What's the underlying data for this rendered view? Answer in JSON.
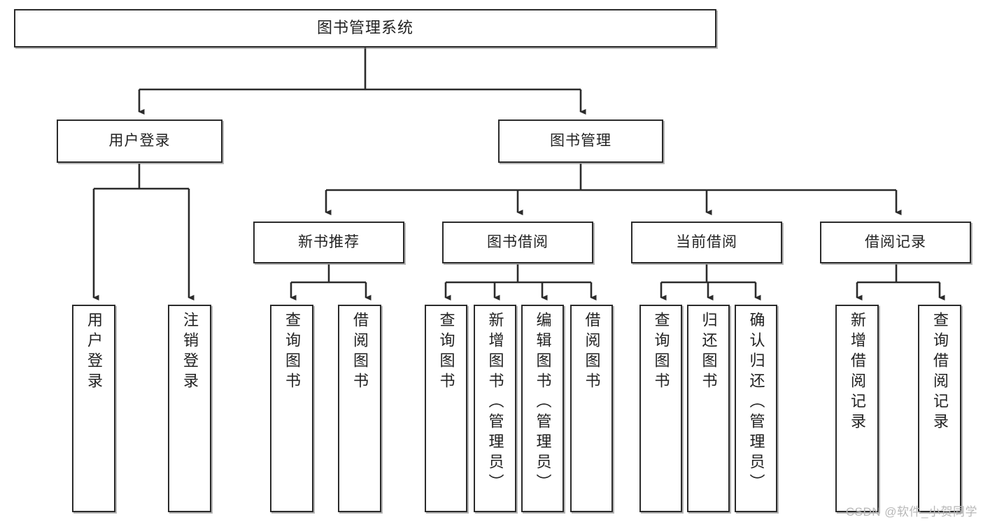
{
  "diagram": {
    "title": "图书管理系统",
    "type": "tree-hierarchy",
    "watermark": "CSDN @软件_小贺同学",
    "colors": {
      "box_border": "#2b2b2b",
      "box_fill": "#ffffff",
      "connector": "#2b2b2b",
      "text": "#222222",
      "watermark": "#b8b8b8",
      "background": "#ffffff"
    },
    "nodes": {
      "root": {
        "label": "图书管理系统"
      },
      "level1": [
        {
          "id": "user-login",
          "label": "用户登录"
        },
        {
          "id": "book-management",
          "label": "图书管理"
        }
      ],
      "level2": [
        {
          "id": "new-book-recommend",
          "label": "新书推荐"
        },
        {
          "id": "book-borrow",
          "label": "图书借阅"
        },
        {
          "id": "current-borrow",
          "label": "当前借阅"
        },
        {
          "id": "borrow-record",
          "label": "借阅记录"
        }
      ],
      "leaves": {
        "user_login": [
          {
            "id": "leaf-user-login",
            "label": "用户登录"
          },
          {
            "id": "leaf-logout-login",
            "label": "注销登录"
          }
        ],
        "new_book_recommend": [
          {
            "id": "leaf-query-book-1",
            "label": "查询图书"
          },
          {
            "id": "leaf-borrow-book-1",
            "label": "借阅图书"
          }
        ],
        "book_borrow": [
          {
            "id": "leaf-query-book-2",
            "label": "查询图书"
          },
          {
            "id": "leaf-add-book",
            "label": "新增图书（管理员）"
          },
          {
            "id": "leaf-edit-book",
            "label": "编辑图书（管理员）"
          },
          {
            "id": "leaf-borrow-book-2",
            "label": "借阅图书"
          }
        ],
        "current_borrow": [
          {
            "id": "leaf-query-book-3",
            "label": "查询图书"
          },
          {
            "id": "leaf-return-book",
            "label": "归还图书"
          },
          {
            "id": "leaf-confirm-return",
            "label": "确认归还（管理员）"
          }
        ],
        "borrow_record": [
          {
            "id": "leaf-add-record",
            "label": "新增借阅记录"
          },
          {
            "id": "leaf-query-record",
            "label": "查询借阅记录"
          }
        ]
      }
    }
  }
}
